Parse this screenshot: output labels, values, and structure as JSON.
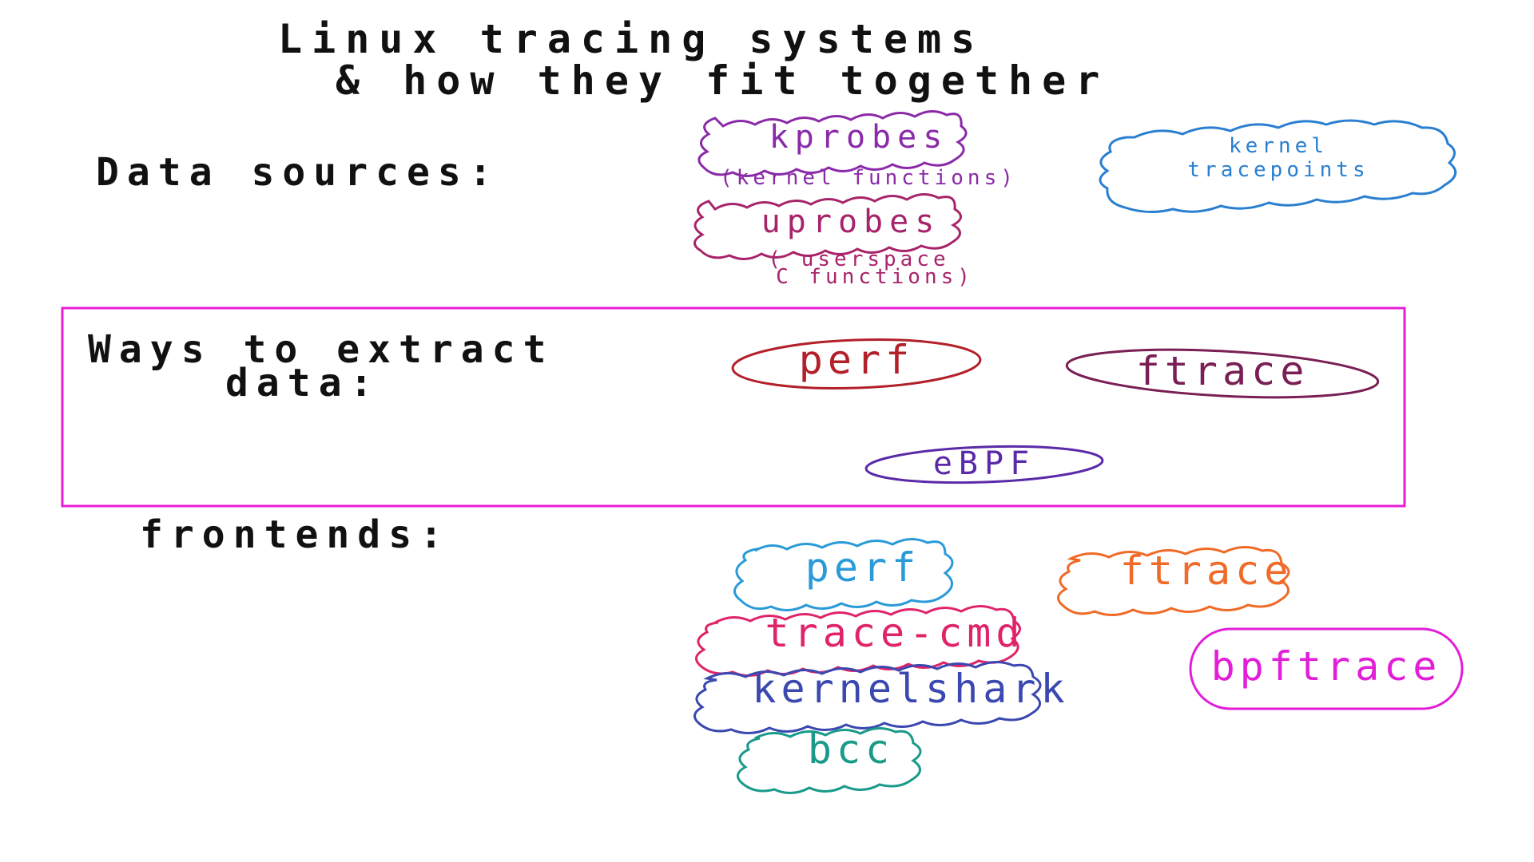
{
  "title": {
    "line1": "Linux tracing systems",
    "line2": "& how they fit together"
  },
  "sections": {
    "data_sources": "Data sources:",
    "extract_line1": "Ways to extract",
    "extract_line2": "data:",
    "frontends": "frontends:"
  },
  "data_sources": {
    "kprobes": "kprobes",
    "kprobes_note": "(kernel functions)",
    "uprobes": "uprobes",
    "uprobes_note_line1": "( userspace",
    "uprobes_note_line2": "C functions)",
    "tracepoints_line1": "kernel",
    "tracepoints_line2": "tracepoints"
  },
  "extractors": {
    "perf": "perf",
    "ftrace": "ftrace",
    "ebpf": "eBPF"
  },
  "frontends": {
    "perf": "perf",
    "ftrace": "ftrace",
    "trace_cmd": "trace-cmd",
    "kernelshark": "kernelshark",
    "bcc": "bcc",
    "bpftrace": "bpftrace"
  },
  "colors": {
    "ink": "#111111",
    "kprobes": "#8a2aa8",
    "uprobes": "#a8246a",
    "tracepoints": "#2a7fd0",
    "box": "#e81ed6",
    "perf_extract": "#b3202a",
    "ftrace_extract": "#7a1f55",
    "ebpf_extract": "#5a2aa8",
    "perf_frontend": "#2a9ad8",
    "ftrace_frontend": "#f06a28",
    "trace_cmd": "#e0246a",
    "kernelshark": "#3a48b0",
    "bcc": "#1a9a8a",
    "bpftrace": "#e21ed8"
  }
}
